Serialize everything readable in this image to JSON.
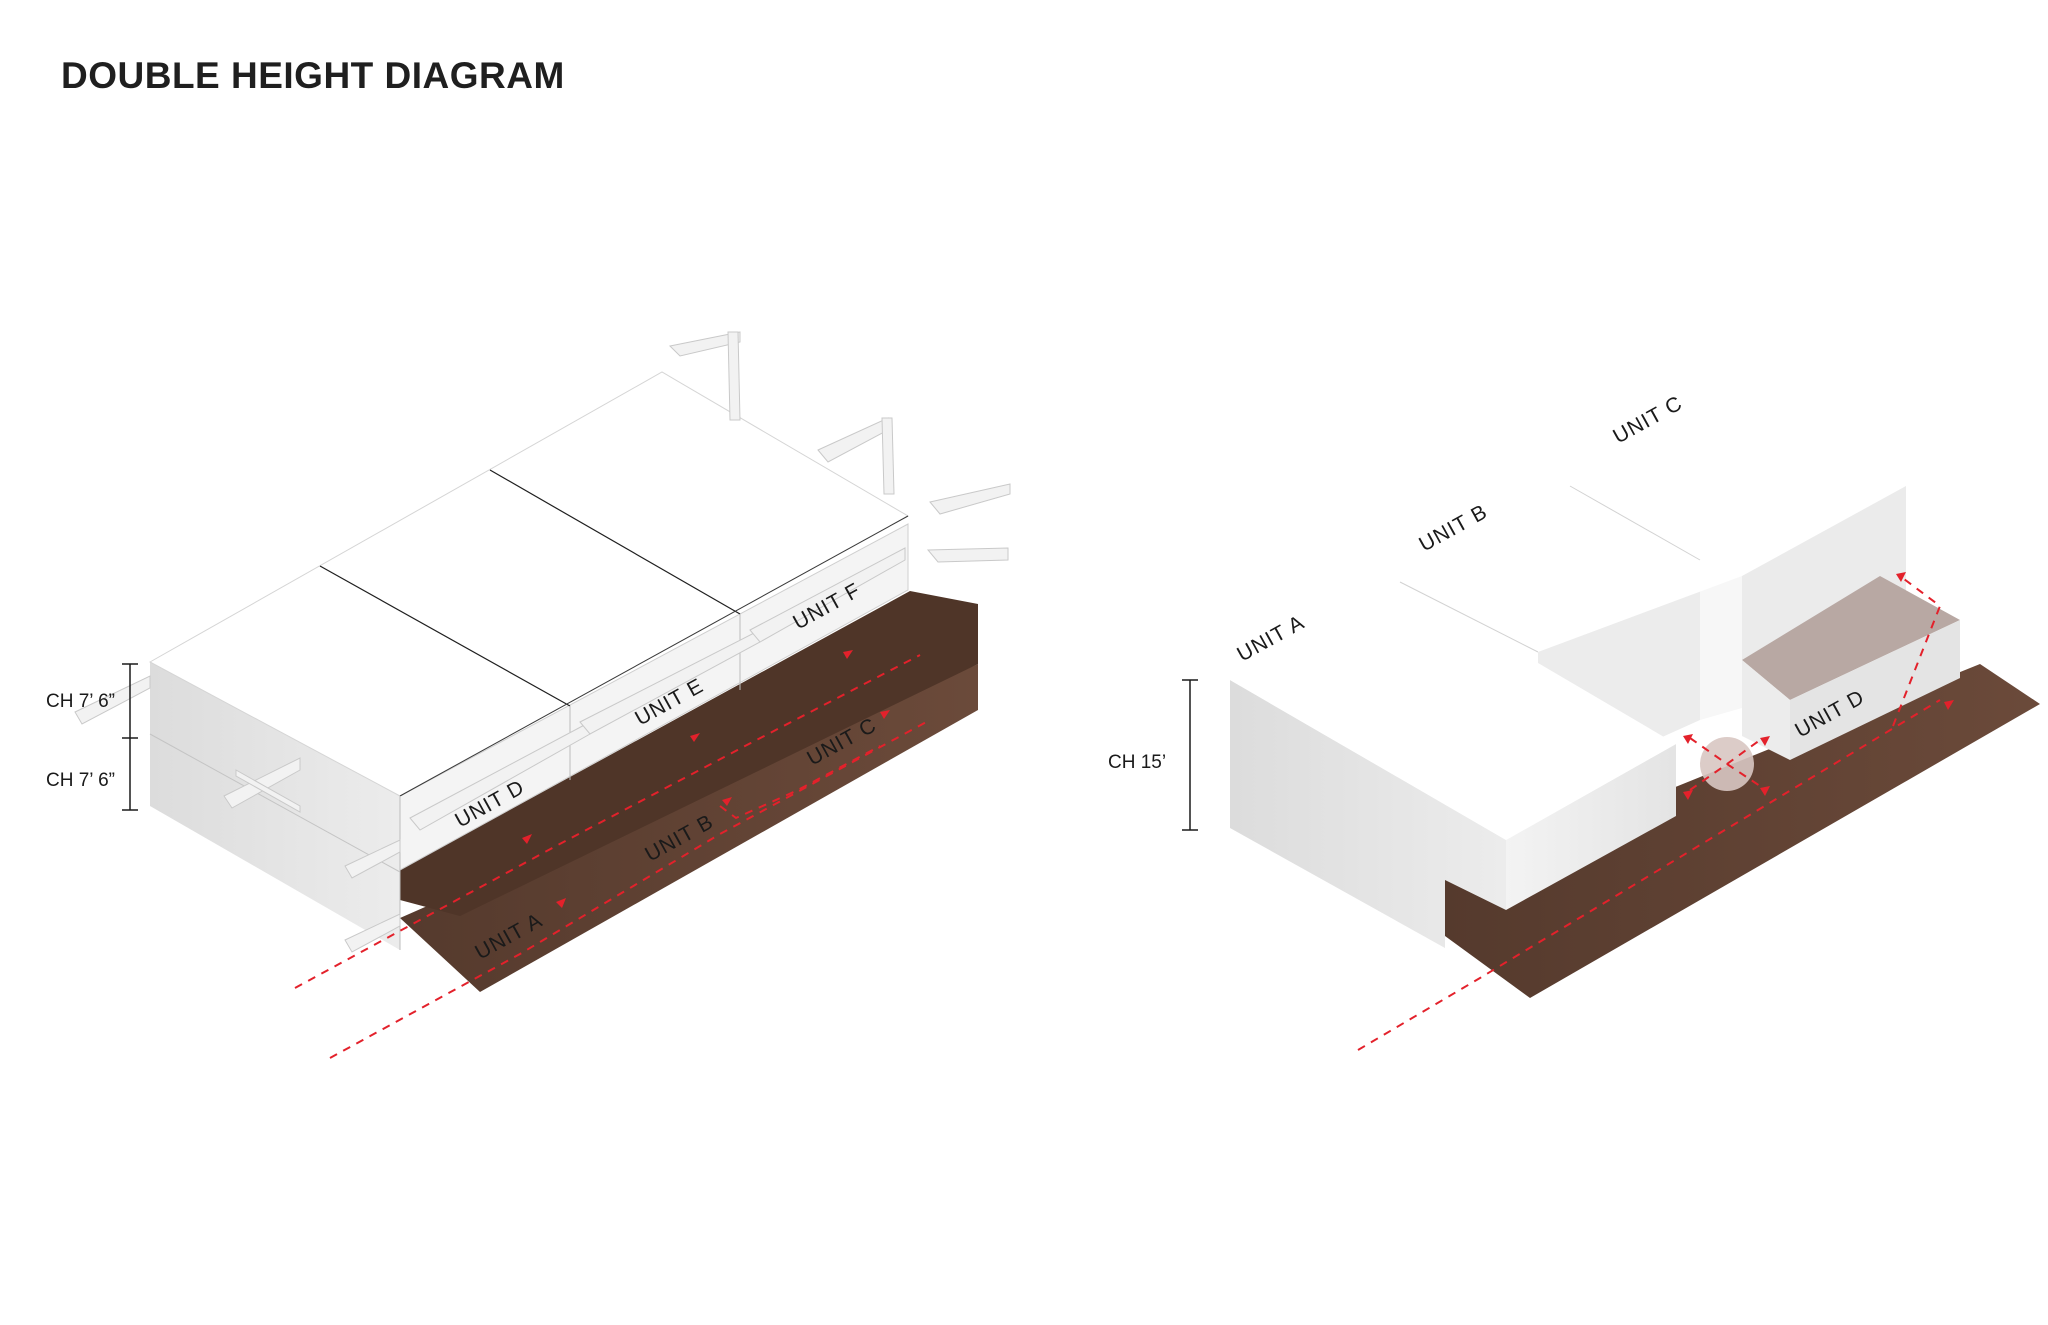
{
  "title": "DOUBLE HEIGHT DIAGRAM",
  "left_diagram": {
    "dimensions": [
      "CH 7’ 6”",
      "CH 7’ 6”"
    ],
    "units": [
      "UNIT A",
      "UNIT B",
      "UNIT C",
      "UNIT D",
      "UNIT E",
      "UNIT F"
    ]
  },
  "right_diagram": {
    "dimension": "CH 15’",
    "units": [
      "UNIT A",
      "UNIT B",
      "UNIT C",
      "UNIT D"
    ]
  },
  "colors": {
    "floor": "#5a3e31",
    "circulation_path": "#e3212b",
    "mass_top": "#ffffff",
    "mass_side": "#e6e6e6"
  }
}
